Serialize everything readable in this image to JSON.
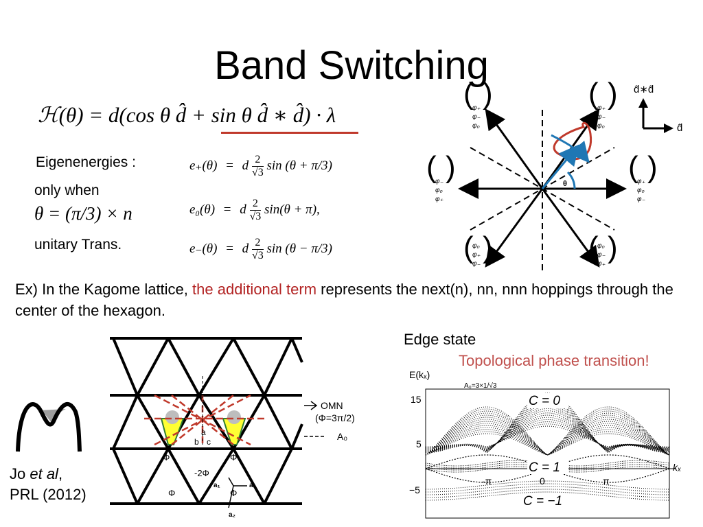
{
  "slide": {
    "title": "Band Switching",
    "hamiltonian": "ℋ(θ) = d(cos θ d̂ + sin θ d̂ ∗ d̂) · λ",
    "eigen_label": "Eigenenergies :",
    "only_when_label": "only when",
    "theta_condition": "θ = (π/3) × n",
    "unitary_label": "unitary Trans.",
    "equations": {
      "e_plus": {
        "lhs": "e₊(θ)",
        "rhs_pre": "d",
        "num": "2",
        "den": "√3",
        "rhs_post": "sin (θ + π/3)"
      },
      "e_zero": {
        "lhs": "e₀(θ)",
        "rhs_pre": "d",
        "num": "2",
        "den": "√3",
        "rhs_post": "sin(θ + π),"
      },
      "e_minus": {
        "lhs": "e₋(θ)",
        "rhs_pre": "d",
        "num": "2",
        "den": "√3",
        "rhs_post": "sin (θ − π/3)"
      }
    },
    "caption_pre": "Ex) In the Kagome lattice, ",
    "caption_highlight": "the additional term",
    "caption_post": " represents the next(n), nn, nnn hoppings through the center of the hexagon.",
    "edge_state_label": "Edge state",
    "topo_label": "Topological phase transition!",
    "citation_line1_pre": "Jo ",
    "citation_line1_em": "et al",
    "citation_line1_post": ",",
    "citation_line2": "PRL (2012)"
  },
  "vector_diagram": {
    "axis_y_label": "d̂∗d̂",
    "axis_x_label": "d̂",
    "theta_label": "θ",
    "spinors": {
      "top_left": [
        "φ₊",
        "φ₋",
        "φ₀"
      ],
      "top_right": [
        "φ₊",
        "φ₋",
        "φ₀"
      ],
      "left": [
        "φ₋",
        "φ₀",
        "φ₊"
      ],
      "right": [
        "φ₊",
        "φ₀",
        "φ₋"
      ],
      "bottom_left": [
        "φ₀",
        "φ₊",
        "φ₋"
      ],
      "bottom_right": [
        "φ₀",
        "φ₋",
        "φ₊"
      ]
    }
  },
  "lattice_figure": {
    "omn_label": "OMN",
    "omn_sub": "(Φ=3π/2)",
    "a0_label": "A₀",
    "phi_labels": [
      "Φ",
      "Φ",
      "Φ",
      "Φ",
      "-2Φ"
    ],
    "site_labels": [
      "a",
      "b",
      "c"
    ],
    "vec_labels": [
      "a₁",
      "a₃",
      "a₂"
    ]
  },
  "band_figure": {
    "y_label": "E(kₓ)",
    "x_label": "kₓ",
    "param_label": "A₀=3×1/√3",
    "y_ticks": [
      "15",
      "5",
      "−5"
    ],
    "x_ticks": [
      "-π",
      "0",
      "π"
    ],
    "chern_labels": [
      "C = 0",
      "C = 1",
      "C = −1"
    ]
  }
}
